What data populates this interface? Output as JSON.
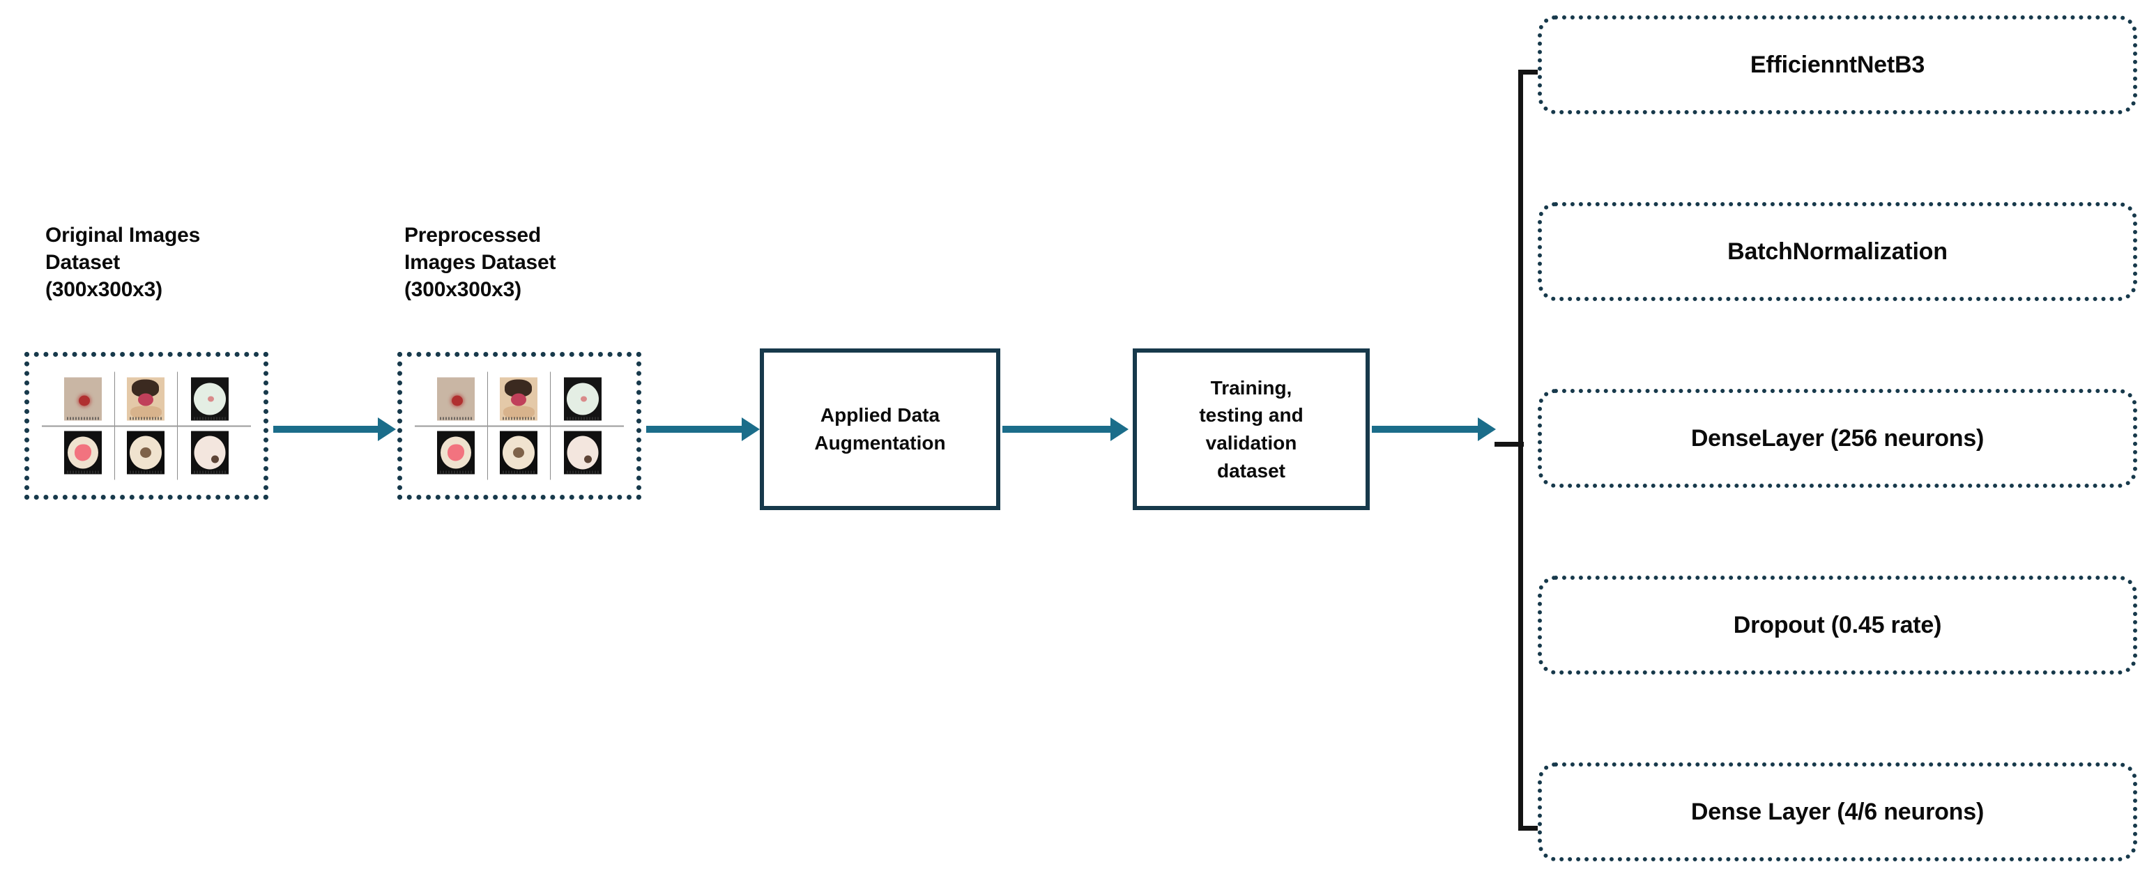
{
  "diagram": {
    "title": "Deep learning pipeline for skin lesion image classification",
    "accent_color": "#1b6d8a",
    "box_border_color": "#17394b",
    "bracket_color": "#141414"
  },
  "datasets": [
    {
      "id": "original",
      "caption": "Original Images\nDataset\n(300x300x3)",
      "thumbnails": [
        "lesion-thumb-1",
        "lesion-thumb-2",
        "lesion-thumb-3",
        "lesion-thumb-4",
        "lesion-thumb-5",
        "lesion-thumb-6"
      ]
    },
    {
      "id": "preprocessed",
      "caption": "Preprocessed\nImages Dataset\n(300x300x3)",
      "thumbnails": [
        "lesion-thumb-1",
        "lesion-thumb-2",
        "lesion-thumb-3",
        "lesion-thumb-4",
        "lesion-thumb-5",
        "lesion-thumb-6"
      ]
    }
  ],
  "process_steps": [
    {
      "id": "augmentation",
      "label": "Applied Data\nAugmentation"
    },
    {
      "id": "splits",
      "label": "Training,\ntesting and\nvalidation\ndataset"
    }
  ],
  "model_layers": [
    {
      "id": "backbone",
      "label": "EfficienntNetB3"
    },
    {
      "id": "batchnorm",
      "label": "BatchNormalization"
    },
    {
      "id": "dense-256",
      "label": "DenseLayer (256 neurons)"
    },
    {
      "id": "dropout",
      "label": "Dropout (0.45 rate)"
    },
    {
      "id": "dense-output",
      "label": "Dense Layer (4/6 neurons)"
    }
  ],
  "connectors": [
    {
      "id": "arrow-original-to-preprocessed",
      "type": "arrow-right"
    },
    {
      "id": "arrow-preprocessed-to-augmentation",
      "type": "arrow-right"
    },
    {
      "id": "arrow-augmentation-to-splits",
      "type": "arrow-right"
    },
    {
      "id": "arrow-splits-to-model",
      "type": "arrow-right"
    },
    {
      "id": "model-bracket",
      "type": "curly-bracket"
    }
  ]
}
